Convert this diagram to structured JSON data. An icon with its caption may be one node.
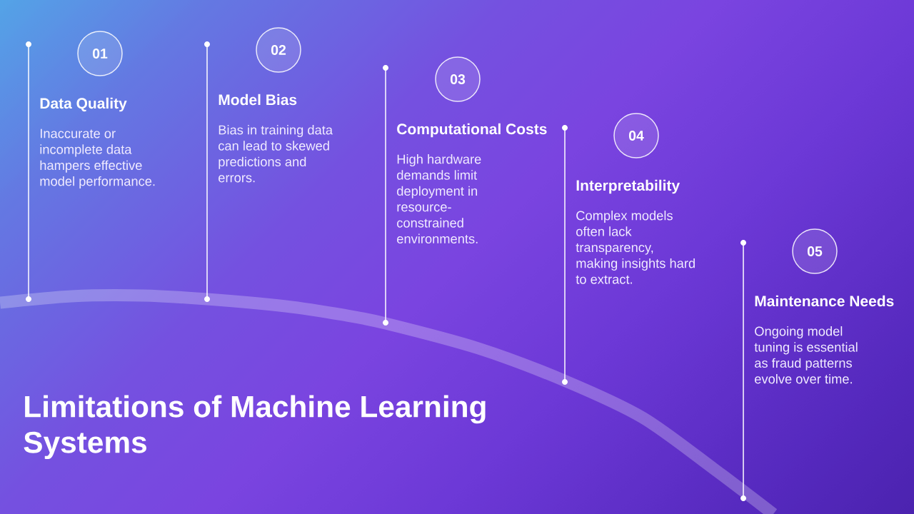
{
  "diagram": {
    "title": "Limitations of Machine Learning Systems",
    "nodes": [
      {
        "text": [
          "01"
        ],
        "beside": [
          "Data Quality",
          "Inaccurate or incomplete data hampers effective model performance."
        ]
      },
      {
        "text": [
          "02"
        ],
        "beside": [
          "Model Bias",
          "Bias in training data can lead to skewed predictions and errors."
        ]
      },
      {
        "text": [
          "03"
        ],
        "beside": [
          "Computational Costs",
          "High hardware demands limit deployment in resource-constrained environments."
        ]
      },
      {
        "text": [
          "04"
        ],
        "beside": [
          "Interpretability",
          "Complex models often lack transparency, making insights hard to extract."
        ]
      },
      {
        "text": [
          "05"
        ],
        "beside": [
          "Maintenance Needs",
          "Ongoing model tuning is essential as fraud patterns evolve over time."
        ]
      }
    ]
  }
}
